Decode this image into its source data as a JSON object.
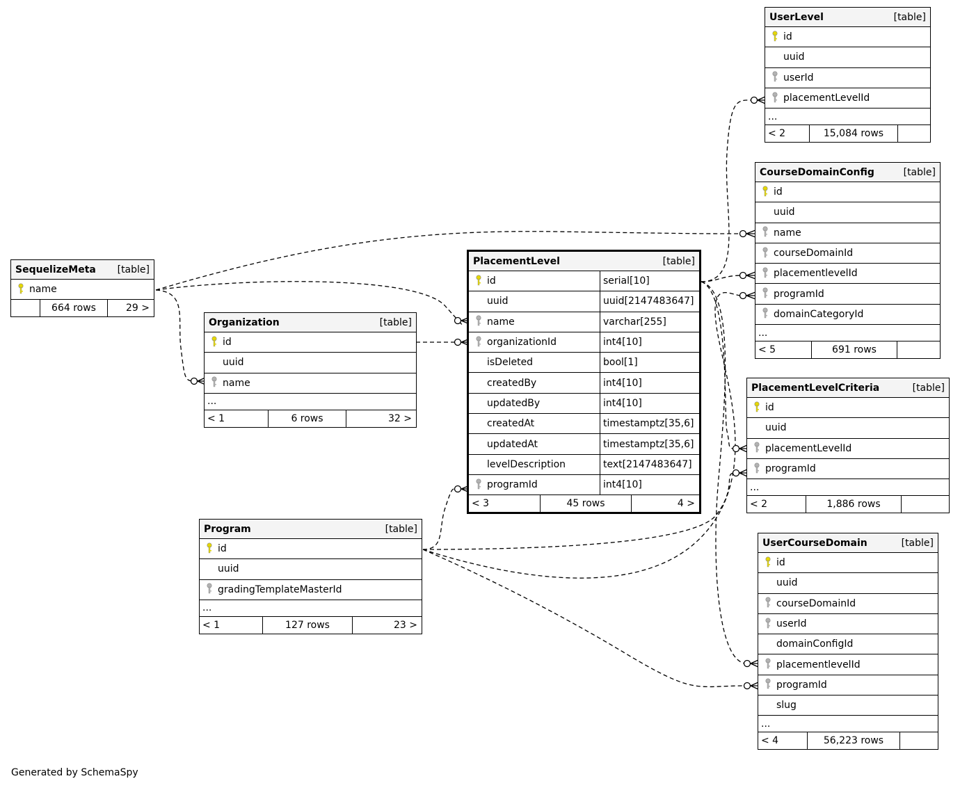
{
  "tables": {
    "userlevel": {
      "name": "UserLevel",
      "kind": "[table]",
      "columns": [
        {
          "name": "id",
          "key": "pk"
        },
        {
          "name": "uuid",
          "key": ""
        },
        {
          "name": "userId",
          "key": "fk"
        },
        {
          "name": "placementLevelId",
          "key": "fk"
        }
      ],
      "ellipsis": "...",
      "prev": "< 2",
      "rows": "15,084 rows",
      "next": ""
    },
    "coursedomainconfig": {
      "name": "CourseDomainConfig",
      "kind": "[table]",
      "columns": [
        {
          "name": "id",
          "key": "pk"
        },
        {
          "name": "uuid",
          "key": ""
        },
        {
          "name": "name",
          "key": "fk"
        },
        {
          "name": "courseDomainId",
          "key": "fk"
        },
        {
          "name": "placementlevelId",
          "key": "fk"
        },
        {
          "name": "programId",
          "key": "fk"
        },
        {
          "name": "domainCategoryId",
          "key": "fk"
        }
      ],
      "ellipsis": "...",
      "prev": "< 5",
      "rows": "691 rows",
      "next": ""
    },
    "sequelizemeta": {
      "name": "SequelizeMeta",
      "kind": "[table]",
      "columns": [
        {
          "name": "name",
          "key": "pk"
        }
      ],
      "ellipsis": "",
      "prev": "",
      "rows": "664 rows",
      "next": "29 >"
    },
    "organization": {
      "name": "Organization",
      "kind": "[table]",
      "columns": [
        {
          "name": "id",
          "key": "pk"
        },
        {
          "name": "uuid",
          "key": ""
        },
        {
          "name": "name",
          "key": "fk"
        }
      ],
      "ellipsis": "...",
      "prev": "< 1",
      "rows": "6 rows",
      "next": "32 >"
    },
    "placementlevel": {
      "name": "PlacementLevel",
      "kind": "[table]",
      "columns": [
        {
          "name": "id",
          "key": "pk",
          "type": "serial[10]"
        },
        {
          "name": "uuid",
          "key": "",
          "type": "uuid[2147483647]"
        },
        {
          "name": "name",
          "key": "fk",
          "type": "varchar[255]"
        },
        {
          "name": "organizationId",
          "key": "fk",
          "type": "int4[10]"
        },
        {
          "name": "isDeleted",
          "key": "",
          "type": "bool[1]"
        },
        {
          "name": "createdBy",
          "key": "",
          "type": "int4[10]"
        },
        {
          "name": "updatedBy",
          "key": "",
          "type": "int4[10]"
        },
        {
          "name": "createdAt",
          "key": "",
          "type": "timestamptz[35,6]"
        },
        {
          "name": "updatedAt",
          "key": "",
          "type": "timestamptz[35,6]"
        },
        {
          "name": "levelDescription",
          "key": "",
          "type": "text[2147483647]"
        },
        {
          "name": "programId",
          "key": "fk",
          "type": "int4[10]"
        }
      ],
      "ellipsis": "",
      "prev": "< 3",
      "rows": "45 rows",
      "next": "4 >"
    },
    "placementlevelcriteria": {
      "name": "PlacementLevelCriteria",
      "kind": "[table]",
      "columns": [
        {
          "name": "id",
          "key": "pk"
        },
        {
          "name": "uuid",
          "key": ""
        },
        {
          "name": "placementLevelId",
          "key": "fk"
        },
        {
          "name": "programId",
          "key": "fk"
        }
      ],
      "ellipsis": "...",
      "prev": "< 2",
      "rows": "1,886 rows",
      "next": ""
    },
    "program": {
      "name": "Program",
      "kind": "[table]",
      "columns": [
        {
          "name": "id",
          "key": "pk"
        },
        {
          "name": "uuid",
          "key": ""
        },
        {
          "name": "gradingTemplateMasterId",
          "key": "fk"
        }
      ],
      "ellipsis": "...",
      "prev": "< 1",
      "rows": "127 rows",
      "next": "23 >"
    },
    "usercoursedomain": {
      "name": "UserCourseDomain",
      "kind": "[table]",
      "columns": [
        {
          "name": "id",
          "key": "pk"
        },
        {
          "name": "uuid",
          "key": ""
        },
        {
          "name": "courseDomainId",
          "key": "fk"
        },
        {
          "name": "userId",
          "key": "fk"
        },
        {
          "name": "domainConfigId",
          "key": ""
        },
        {
          "name": "placementlevelId",
          "key": "fk"
        },
        {
          "name": "programId",
          "key": "fk"
        },
        {
          "name": "slug",
          "key": ""
        }
      ],
      "ellipsis": "...",
      "prev": "< 4",
      "rows": "56,223 rows",
      "next": ""
    }
  },
  "colors": {
    "primary_key": "#e6d800",
    "foreign_key": "#b3b3b3",
    "header_bg": "#f4f4f4"
  },
  "footer": "Generated by SchemaSpy"
}
